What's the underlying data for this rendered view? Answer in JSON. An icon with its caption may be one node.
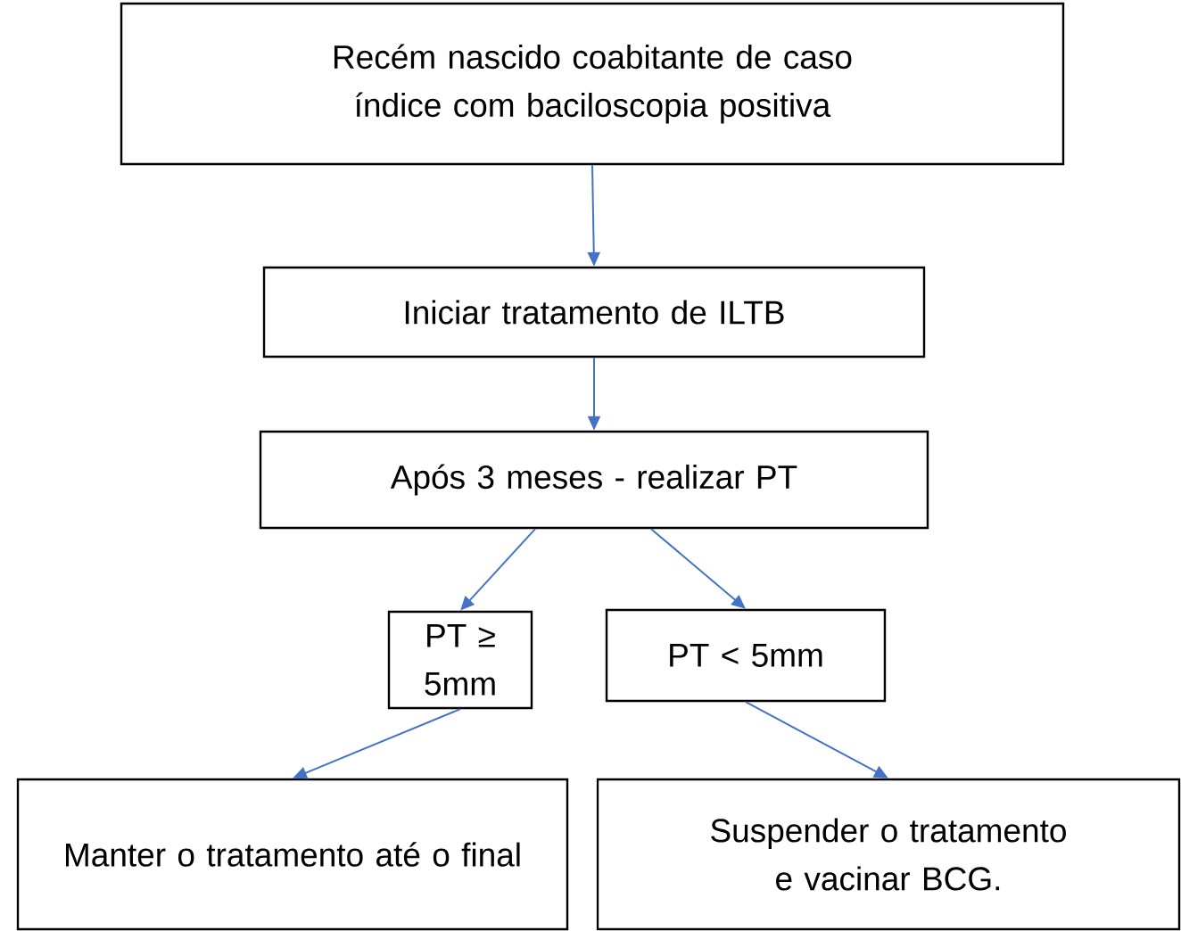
{
  "diagram": {
    "nodes": [
      {
        "text": [
          "Recém nascido coabitante de caso índice com baciloscopia positiva"
        ]
      },
      {
        "text": [
          "Iniciar tratamento de ILTB"
        ]
      },
      {
        "text": [
          "Após 3 meses - realizar PT"
        ]
      },
      {
        "text": [
          "PT ≥ 5mm"
        ]
      },
      {
        "text": [
          "PT < 5mm"
        ]
      },
      {
        "text": [
          "Manter o tratamento até o final"
        ]
      },
      {
        "text": [
          "Suspender o tratamento e vacinar BCG."
        ]
      }
    ],
    "edges": [
      {
        "from": 0,
        "to": 1,
        "arrow": "to"
      },
      {
        "from": 1,
        "to": 2,
        "arrow": "to"
      },
      {
        "from": 2,
        "to": 3,
        "arrow": "to"
      },
      {
        "from": 2,
        "to": 4,
        "arrow": "to"
      },
      {
        "from": 3,
        "to": 5,
        "arrow": "to"
      },
      {
        "from": 4,
        "to": 6,
        "arrow": "to"
      }
    ]
  }
}
